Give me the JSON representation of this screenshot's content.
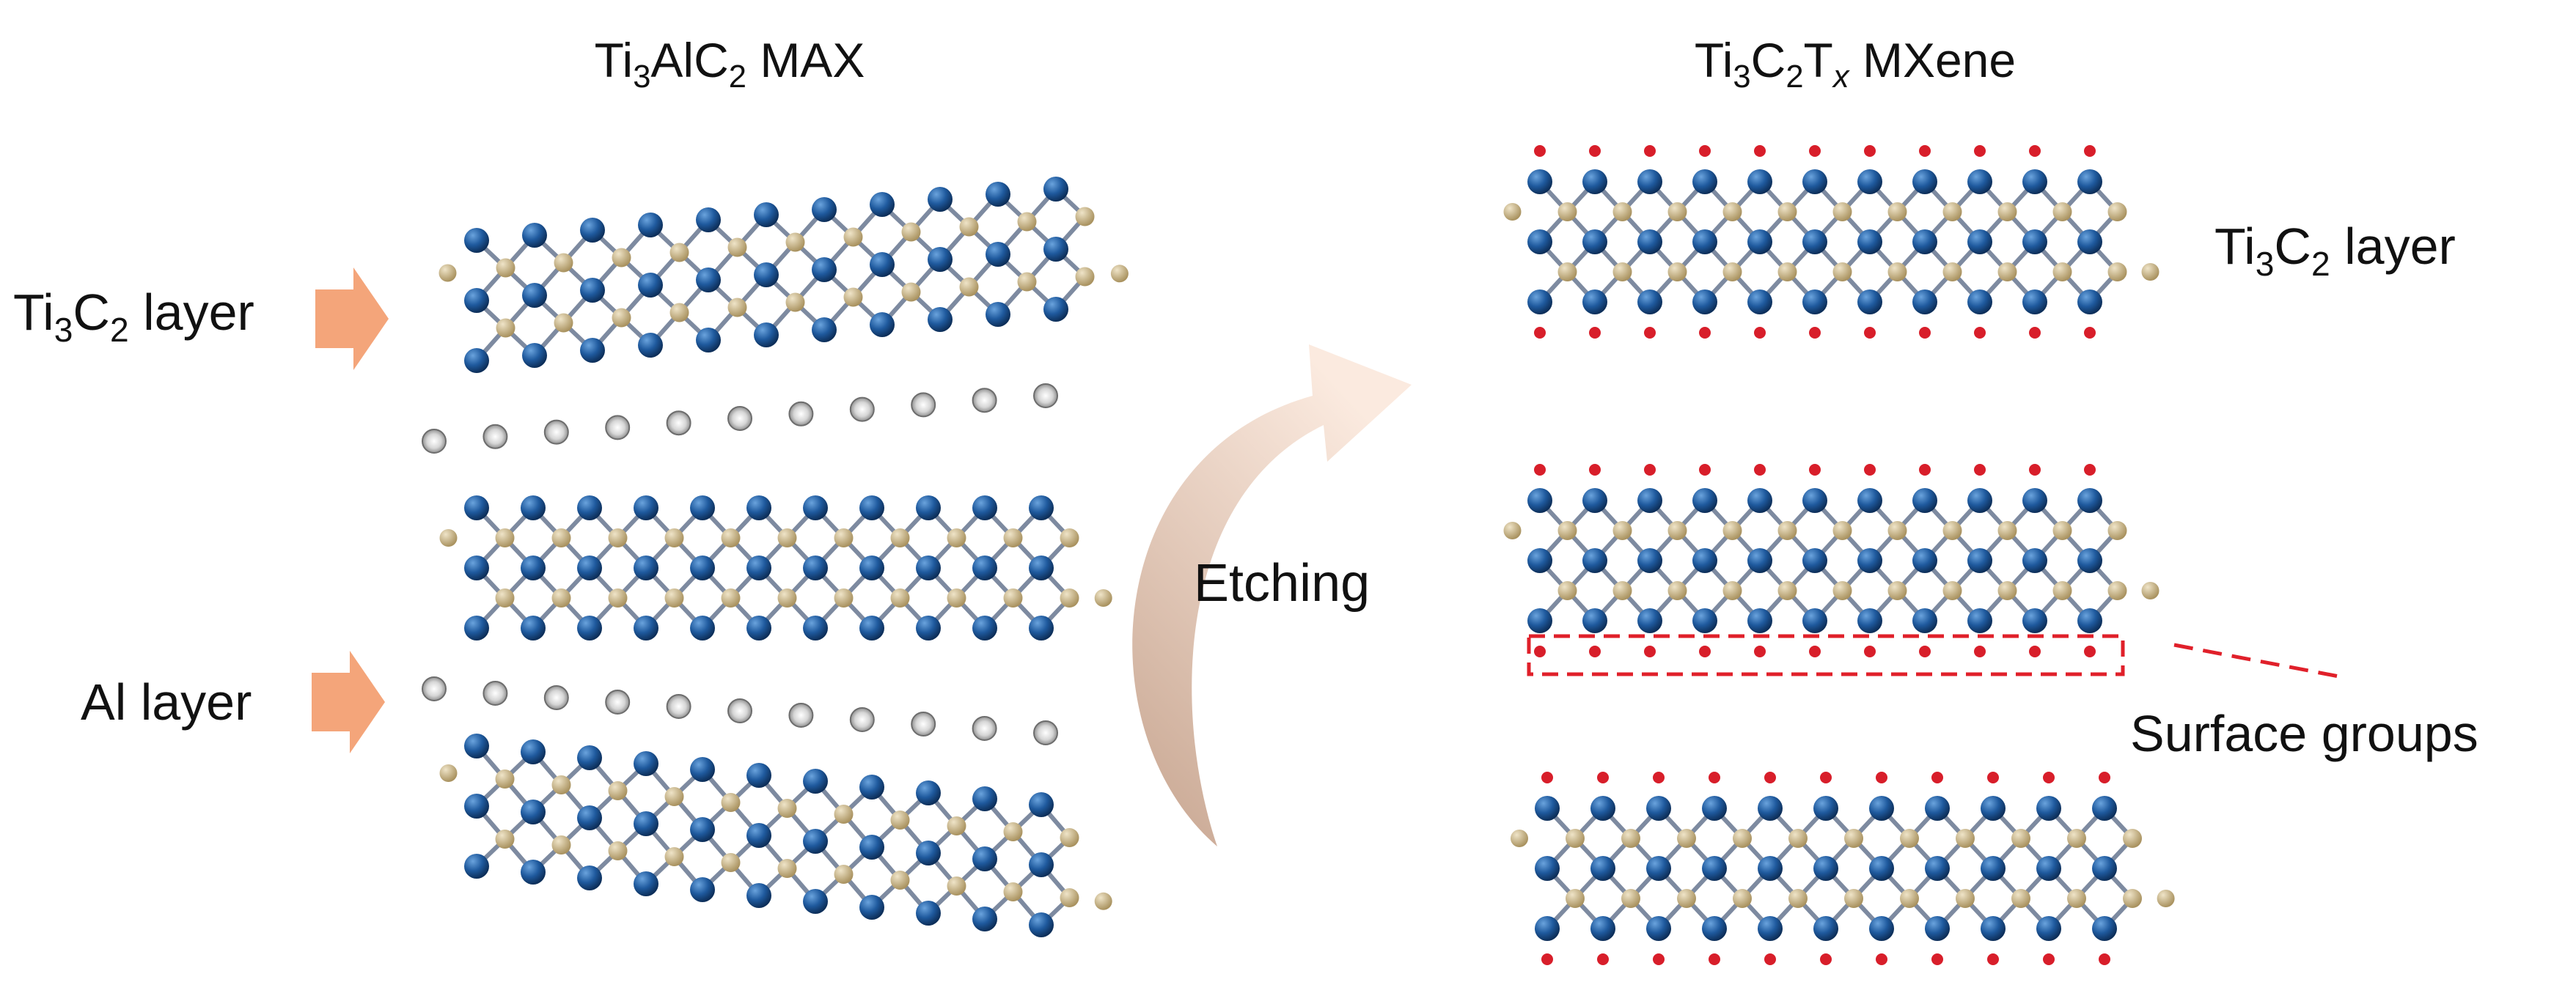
{
  "left_panel": {
    "title": {
      "base": "Ti",
      "sub1": "3",
      "mid": "AlC",
      "sub2": "2",
      "suffix": " MAX"
    },
    "ti3c2_label": {
      "base": "Ti",
      "sub1": "3",
      "mid": "C",
      "sub2": "2",
      "suffix": " layer"
    },
    "al_label": "Al layer"
  },
  "etching_label": "Etching",
  "right_panel": {
    "title": {
      "base": "Ti",
      "sub1": "3",
      "mid": "C",
      "sub2": "2",
      "mid2": "T",
      "sub3": "x",
      "suffix": " MXene"
    },
    "ti3c2_label": {
      "base": "Ti",
      "sub1": "3",
      "mid": "C",
      "sub2": "2",
      "suffix": " layer"
    },
    "surface_label": "Surface groups"
  },
  "colors": {
    "ti_atom": "#1f5a9e",
    "c_atom": "#c9b48a",
    "al_atom": "#9a9a9a",
    "surface_atom": "#d81e2a",
    "arrow_fill": "#f4a57a",
    "etch_arrow": "#e8c9b4",
    "dashed_box": "#e0202a"
  }
}
